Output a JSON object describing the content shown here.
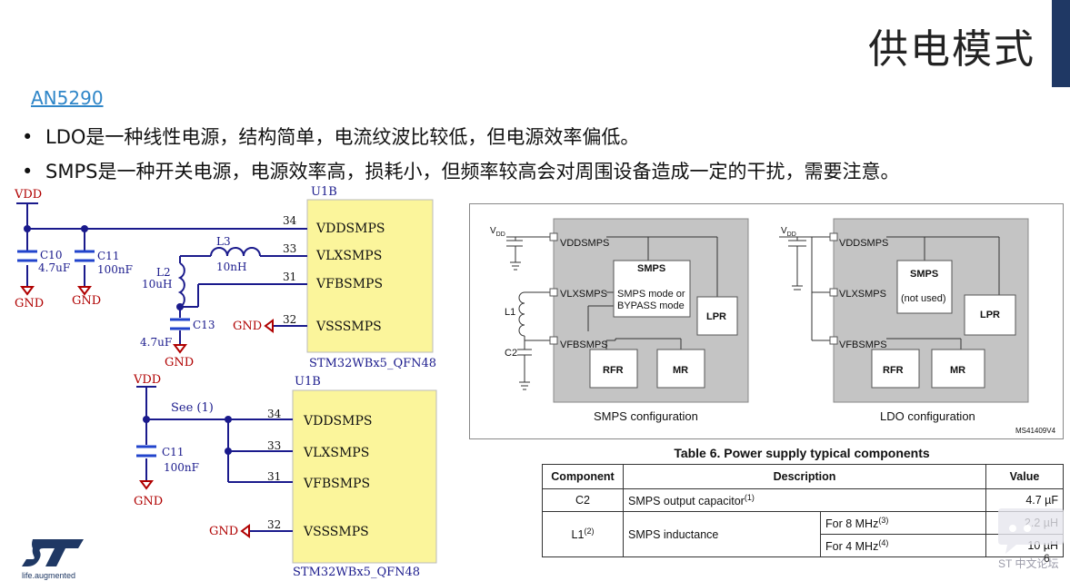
{
  "slide": {
    "title": "供电模式",
    "link": "AN5290",
    "bullets": [
      "LDO是一种线性电源，结构简单，电流纹波比较低，但电源效率偏低。",
      "SMPS是一种开关电源，电源效率高，损耗小，但频率较高会对周围设备造成一定的干扰，需要注意。"
    ],
    "page_num": "6",
    "tagline": "life.augmented",
    "watermark": "ST 中文论坛"
  },
  "schematic1": {
    "ref": "U1B",
    "part": "STM32WBx5_QFN48",
    "vdd": "VDD",
    "gnd": "GND",
    "pins": [
      {
        "num": "34",
        "name": "VDDSMPS"
      },
      {
        "num": "33",
        "name": "VLXSMPS"
      },
      {
        "num": "31",
        "name": "VFBSMPS"
      },
      {
        "num": "32",
        "name": "VSSSMPS"
      }
    ],
    "c10": "C10",
    "c10_val": "4.7uF",
    "c11": "C11",
    "c11_val": "100nF",
    "l3": "L3",
    "l3_val": "10nH",
    "l2": "L2",
    "l2_val": "10uH",
    "c13": "C13",
    "c13_val": "4.7uF"
  },
  "schematic2": {
    "ref": "U1B",
    "part": "STM32WBx5_QFN48",
    "vdd": "VDD",
    "gnd": "GND",
    "note": "See (1)",
    "pins": [
      {
        "num": "34",
        "name": "VDDSMPS"
      },
      {
        "num": "33",
        "name": "VLXSMPS"
      },
      {
        "num": "31",
        "name": "VFBSMPS"
      },
      {
        "num": "32",
        "name": "VSSSMPS"
      }
    ],
    "c11": "C11",
    "c11_val": "100nF"
  },
  "diagram": {
    "vdd": "V",
    "vdd_sub": "DD",
    "smps_cfg": {
      "label": "SMPS configuration",
      "pins": [
        "VDDSMPS",
        "VLXSMPS",
        "VFBSMPS"
      ],
      "smps_title": "SMPS",
      "smps_line1": "SMPS mode or",
      "smps_line2": "BYPASS mode",
      "lpr": "LPR",
      "rfr": "RFR",
      "mr": "MR",
      "l1": "L1",
      "c2": "C2"
    },
    "ldo_cfg": {
      "label": "LDO configuration",
      "pins": [
        "VDDSMPS",
        "VLXSMPS",
        "VFBSMPS"
      ],
      "smps_title": "SMPS",
      "smps_note": "(not used)",
      "lpr": "LPR",
      "rfr": "RFR",
      "mr": "MR"
    },
    "code": "MS41409V4"
  },
  "table": {
    "caption": "Table 6. Power supply typical components",
    "headers": [
      "Component",
      "Description",
      "Value"
    ],
    "rows": {
      "c2": {
        "component": "C2",
        "description": "SMPS output capacitor",
        "desc_sup": "(1)",
        "value": "4.7 µF"
      },
      "l1": {
        "component": "L1",
        "comp_sup": "(2)",
        "description": "SMPS inductance",
        "sub1": "For 8 MHz",
        "sub1_sup": "(3)",
        "val1": "2.2 µH",
        "sub2": "For 4 MHz",
        "sub2_sup": "(4)",
        "val2": "10 µH"
      }
    }
  },
  "colors": {
    "schematic_wire": "#1a1a8c",
    "chip_fill": "#fbf59b",
    "power_label": "#b00000",
    "capacitor": "#2244cc",
    "accent": "#1f3864",
    "diagram_gray": "#c4c4c4"
  }
}
